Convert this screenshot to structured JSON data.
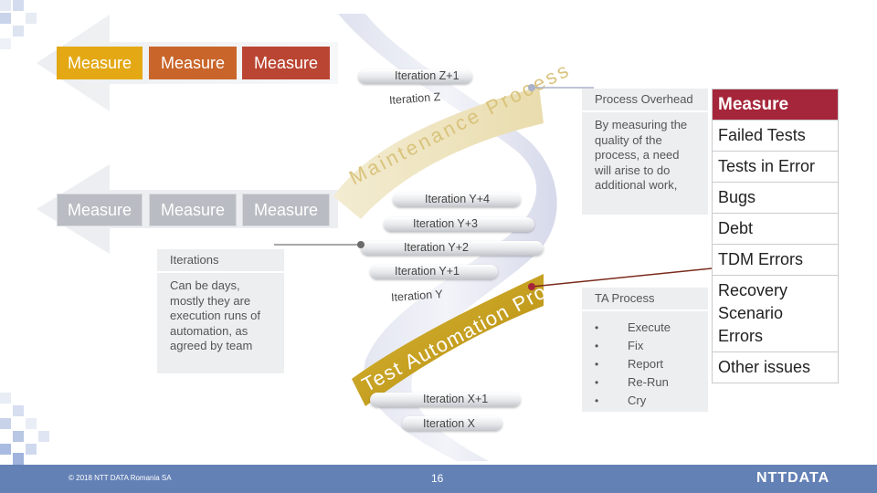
{
  "top_measures": [
    "Measure",
    "Measure",
    "Measure"
  ],
  "mid_measures": [
    "Measure",
    "Measure",
    "Measure"
  ],
  "iterations_panel": {
    "heading": "Iterations",
    "body": "Can be days, mostly they are execution runs of automation, as agreed by team"
  },
  "helix": {
    "iterations": [
      "Iteration Z+1",
      "Iteration Z",
      "Iteration Y+4",
      "Iteration Y+3",
      "Iteration Y+2",
      "Iteration Y+1",
      "Iteration Y",
      "Iteration X+1",
      "Iteration X"
    ],
    "band_maintenance_text": "Maintenance Process",
    "band_automation_text": "Test Automation Process"
  },
  "process_overhead_panel": {
    "heading": "Process Overhead",
    "body": "By measuring the quality of the process, a need will arise to do additional work,"
  },
  "ta_process_panel": {
    "heading": "TA Process",
    "items": [
      "Execute",
      "Fix",
      "Report",
      "Re-Run",
      "Cry"
    ]
  },
  "measure_list": {
    "heading": "Measure",
    "items": [
      "Failed Tests",
      "Tests in Error",
      "Bugs",
      "Debt",
      "TDM Errors",
      "Recovery Scenario Errors",
      "Other issues"
    ]
  },
  "footer": {
    "copyright": "© 2018 NTT DATA Romania SA",
    "page_number": "16",
    "logo": "NTTDATA"
  },
  "colors": {
    "measure_yellow": "#e3a814",
    "measure_orange": "#c9652a",
    "measure_red": "#ba4532",
    "helix_gold": "#c39c1d",
    "list_header": "#a5263a",
    "footer_blue": "#6481b6"
  }
}
